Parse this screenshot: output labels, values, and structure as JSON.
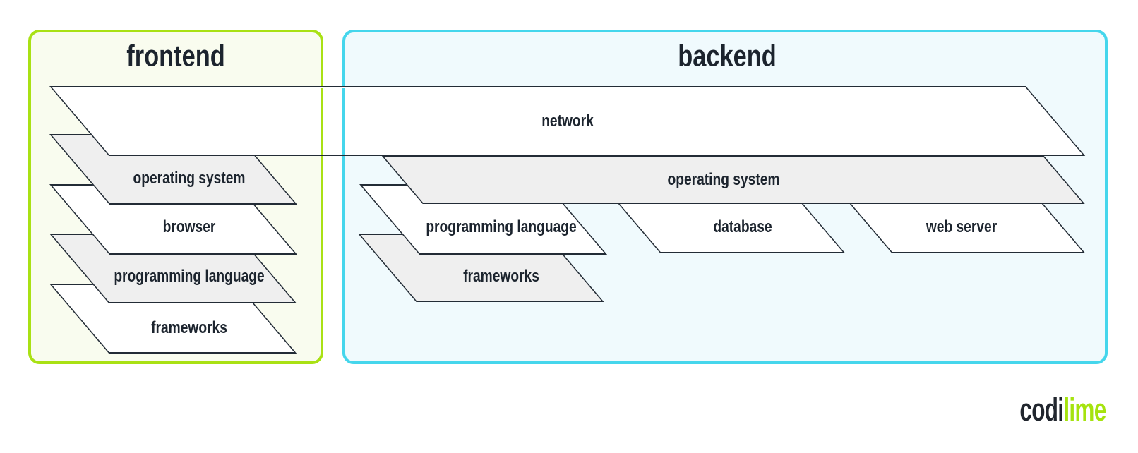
{
  "colors": {
    "frontend-border": "#a9e114",
    "frontend-fill": "#f9fcef",
    "backend-border": "#45d6ec",
    "backend-fill": "#f0fafd",
    "line": "#232c36",
    "shape-gray": "#efefef",
    "shape-white": "#ffffff",
    "text": "#1c242e",
    "logo-dark": "#21262e",
    "logo-green": "#a5e30e"
  },
  "frontend": {
    "title": "frontend",
    "layers": {
      "operating_system": "operating system",
      "browser": "browser",
      "programming_language": "programming language",
      "frameworks": "frameworks"
    }
  },
  "backend": {
    "title": "backend",
    "layers": {
      "operating_system": "operating system",
      "programming_language": "programming language",
      "database": "database",
      "web_server": "web server",
      "frameworks": "frameworks"
    }
  },
  "shared": {
    "network": "network"
  },
  "logo": {
    "dark_part": "codi",
    "green_part": "lime"
  }
}
